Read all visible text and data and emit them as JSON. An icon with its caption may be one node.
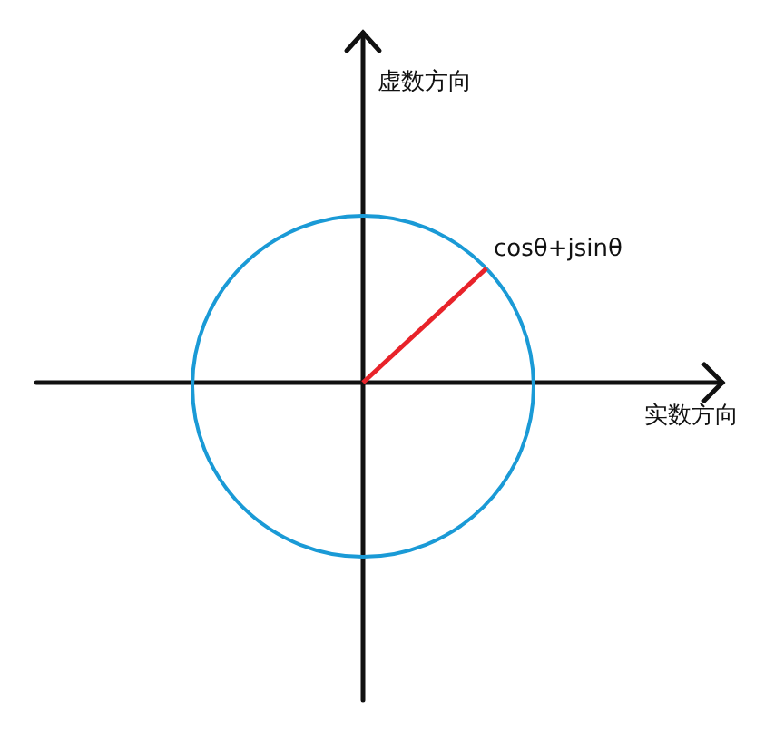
{
  "diagram": {
    "labels": [
      "虚数方向",
      "cosθ+jsinθ",
      "实数方向"
    ]
  }
}
